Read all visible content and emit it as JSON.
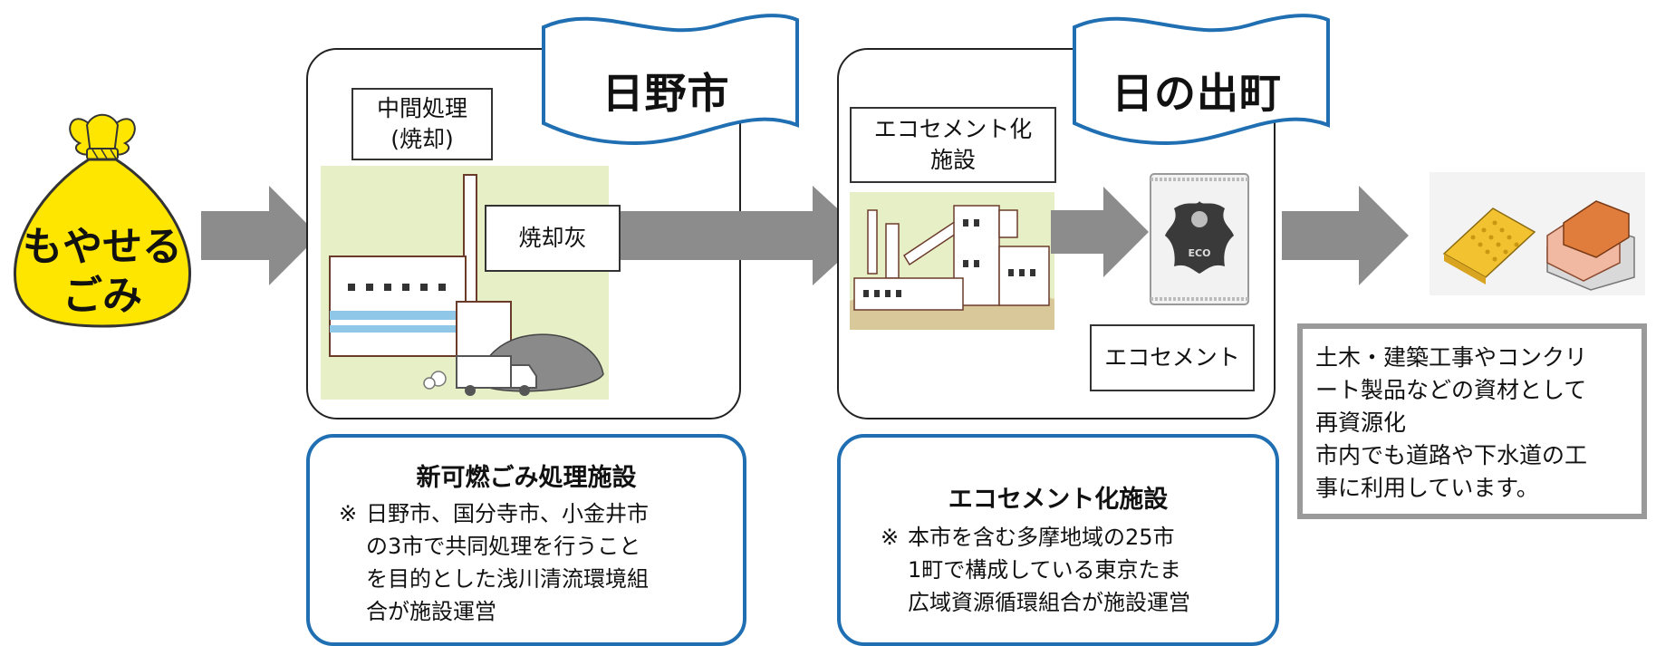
{
  "bag": {
    "line1": "もやせる",
    "line2": "ごみ"
  },
  "hino": {
    "flag_title": "日野市",
    "process_label_line1": "中間処理",
    "process_label_line2": "(焼却)",
    "ash_label": "焼却灰",
    "facility_title": "新可燃ごみ処理施設",
    "note_mark": "※",
    "note_lines": [
      "日野市、国分寺市、小金井市",
      "の3市で共同処理を行うこと",
      "を目的とした浅川清流環境組",
      "合が施設運営"
    ]
  },
  "hinode": {
    "flag_title": "日の出町",
    "process_label_line1": "エコセメント化",
    "process_label_line2": "施設",
    "product_label": "エコセメント",
    "bag_logo": "ECO",
    "facility_title": "エコセメント化施設",
    "note_mark": "※",
    "note_lines": [
      "本市を含む多摩地域の25市",
      "1町で構成している東京たま",
      "広域資源循環組合が施設運営"
    ]
  },
  "reuse": {
    "lines": [
      "土木・建築工事やコンクリ",
      "ート製品などの資材として",
      "再資源化",
      "市内でも道路や下水道の工",
      "事に利用しています。"
    ]
  },
  "colors": {
    "bag_yellow": "#ffe600",
    "arrow_gray": "#8c8c8c",
    "desc_border_blue": "#1f6fb2",
    "flag_border_blue": "#1f6fb2",
    "scene_bg": "#e6efc6"
  }
}
